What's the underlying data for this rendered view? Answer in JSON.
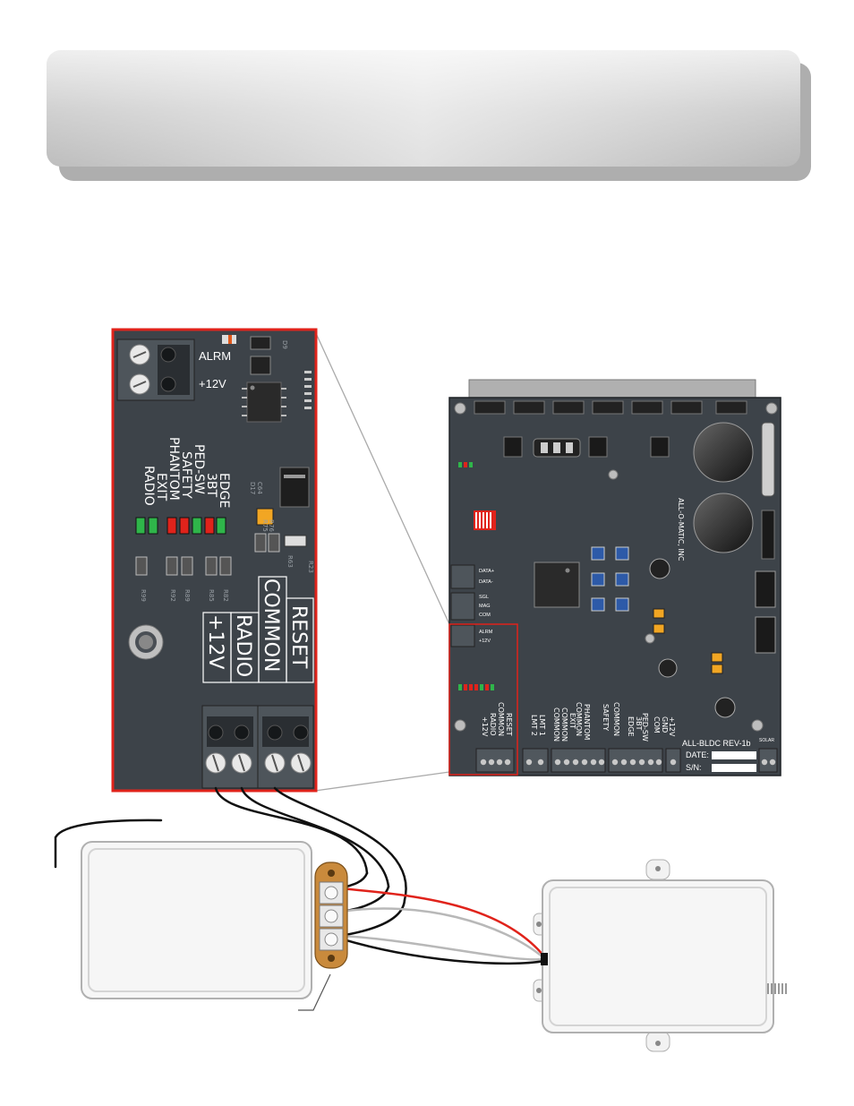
{
  "header_banner": {
    "title": ""
  },
  "zoom_panel": {
    "top_terminal_labels": [
      "ALRM",
      "+12V"
    ],
    "led_labels": [
      "EDGE",
      "3BT",
      "PED-SW",
      "SAFETY",
      "PHANTOM",
      "EXIT",
      "RADIO"
    ],
    "led_colors": [
      "#2fb54a",
      "#e0231b",
      "#2fb54a",
      "#e0231b",
      "#e0231b",
      "#e0231b",
      "#2fb54a"
    ],
    "component_refs": [
      "R99",
      "R92",
      "R89",
      "R85",
      "R82",
      "R76",
      "R75",
      "R63",
      "R23",
      "C64",
      "D17",
      "D9"
    ],
    "bottom_terminal_labels": [
      "RESET",
      "COMMON",
      "RADIO",
      "+12V"
    ]
  },
  "controller_board": {
    "board_name": "ALL-BLDC REV-1b",
    "date_label": "DATE:",
    "sn_label": "S/N:",
    "brand": "ALL-O-MATIC, INC",
    "terminal_labels": [
      "RESET",
      "COMMON",
      "RADIO",
      "+12V",
      "LMT 1",
      "LMT 2",
      "COMMON",
      "EXIT",
      "COMMON",
      "PHANTOM",
      "COMMON",
      "SAFETY",
      "COMMON",
      "3BT",
      "EDGE",
      "PED-SW",
      "COM",
      "+12V",
      "GND"
    ],
    "left_terminal_labels": [
      "DATA+",
      "DATA-",
      "SGL",
      "MAG",
      "COM",
      "ALRM",
      "+12V"
    ],
    "solar_label": "SOLAR"
  },
  "colors": {
    "panel_border": "#e0231b",
    "board_fill": "#3d4349",
    "terminal_block": "#444a50",
    "wire_red": "#e0231b",
    "wire_gray": "#b8b8b8",
    "wire_black": "#111111",
    "terminal_strip": "#c98a3c"
  }
}
